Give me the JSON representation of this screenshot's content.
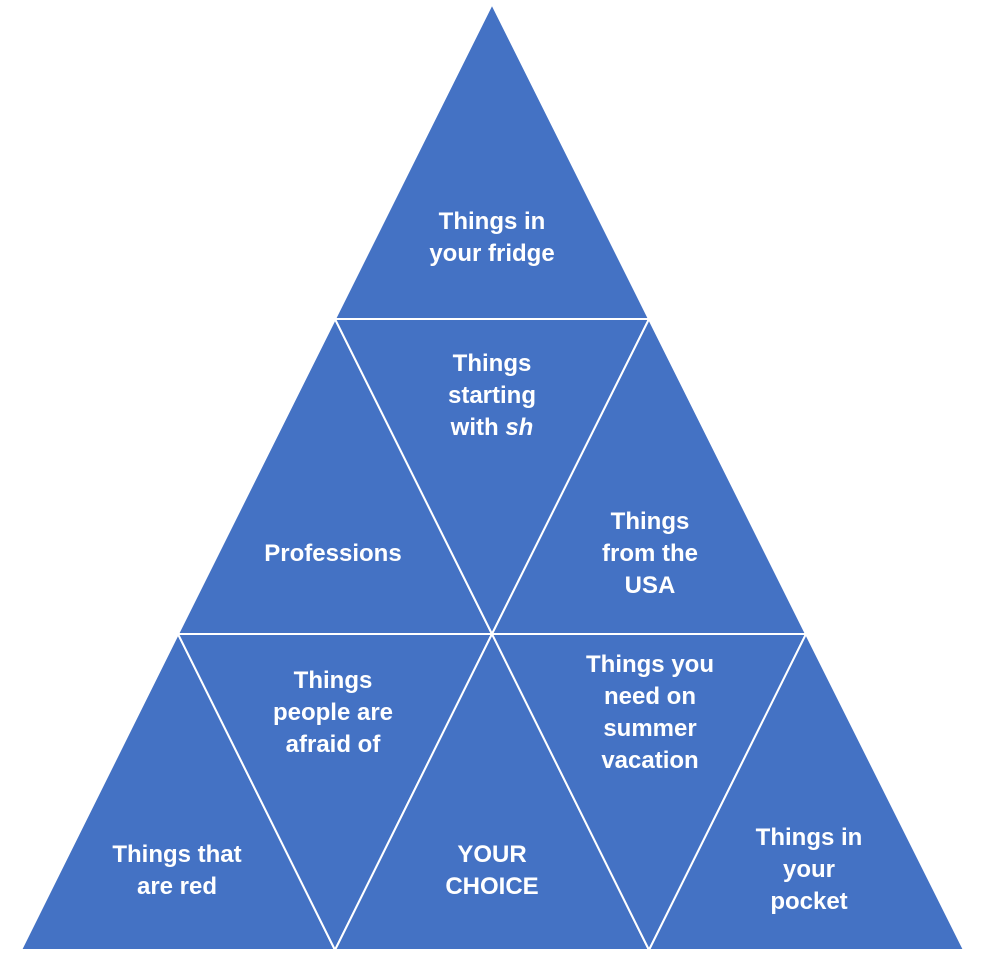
{
  "tiles": [
    {
      "id": "top",
      "lines": [
        "Things in",
        "your fridge"
      ]
    },
    {
      "id": "mid-center",
      "lines": [
        "Things",
        "starting"
      ],
      "mixed_line": {
        "prefix": "with ",
        "emphasis": "sh"
      }
    },
    {
      "id": "mid-left",
      "lines": [
        "Professions"
      ]
    },
    {
      "id": "mid-right",
      "lines": [
        "Things",
        "from the",
        "USA"
      ]
    },
    {
      "id": "bottom-left-inner",
      "lines": [
        "Things",
        "people are",
        "afraid of"
      ]
    },
    {
      "id": "bottom-right-inner",
      "lines": [
        "Things you",
        "need on",
        "summer",
        "vacation"
      ]
    },
    {
      "id": "bottom-left",
      "lines": [
        "Things that",
        "are red"
      ]
    },
    {
      "id": "bottom-center",
      "lines": [
        "YOUR",
        "CHOICE"
      ]
    },
    {
      "id": "bottom-right",
      "lines": [
        "Things in",
        "your",
        "pocket"
      ]
    }
  ],
  "colors": {
    "tile_fill": "#4472C4",
    "tile_border": "#FFFFFF",
    "label_text": "#FFFFFF",
    "background": "#FFFFFF"
  }
}
